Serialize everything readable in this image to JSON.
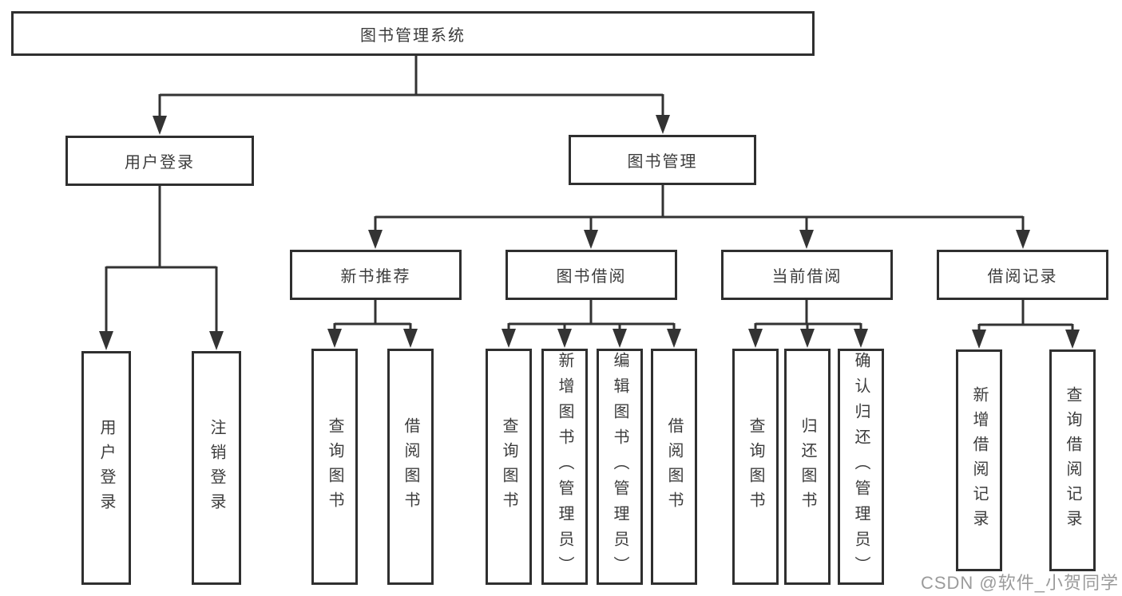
{
  "diagram": {
    "title": "图书管理系统",
    "colors": {
      "line": "#333333",
      "border": "#2f2f2f",
      "text": "#3c3c3c",
      "background": "#ffffff",
      "watermark": "#9b9b9b"
    },
    "nodes": {
      "root": {
        "label": "图书管理系统"
      },
      "user_login_branch": {
        "label": "用户登录"
      },
      "book_mgmt_branch": {
        "label": "图书管理"
      },
      "new_book_rec": {
        "label": "新书推荐"
      },
      "book_borrow": {
        "label": "图书借阅"
      },
      "current_borrow": {
        "label": "当前借阅"
      },
      "borrow_records": {
        "label": "借阅记录"
      },
      "leaf_user_login": {
        "label": "用户登录"
      },
      "leaf_logout": {
        "label": "注销登录"
      },
      "leaf_rec_query_book": {
        "label": "查询图书"
      },
      "leaf_rec_borrow_book": {
        "label": "借阅图书"
      },
      "leaf_bb_query_book": {
        "label": "查询图书"
      },
      "leaf_bb_add_book": {
        "label": "新增图书（管理员）"
      },
      "leaf_bb_edit_book": {
        "label": "编辑图书（管理员）"
      },
      "leaf_bb_borrow_book": {
        "label": "借阅图书"
      },
      "leaf_cb_query_book": {
        "label": "查询图书"
      },
      "leaf_cb_return_book": {
        "label": "归还图书"
      },
      "leaf_cb_confirm_return": {
        "label": "确认归还（管理员）"
      },
      "leaf_br_add_record": {
        "label": "新增借阅记录"
      },
      "leaf_br_query_record": {
        "label": "查询借阅记录"
      }
    },
    "watermark": "CSDN @软件_小贺同学"
  }
}
